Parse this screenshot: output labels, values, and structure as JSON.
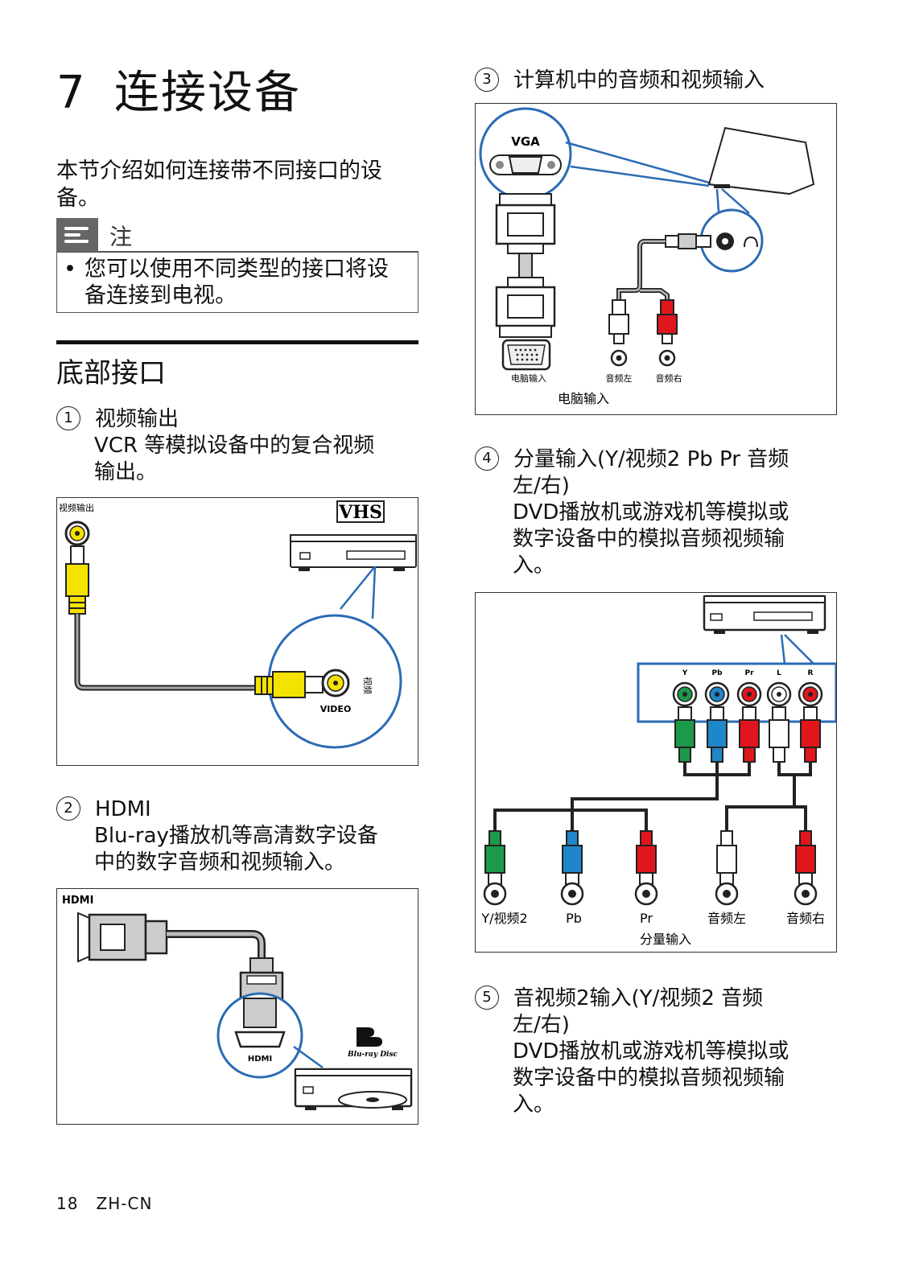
{
  "chapter": {
    "number": "7",
    "title": "连接设备"
  },
  "intro": "本节介绍如何连接带不同接口的设备。",
  "note": {
    "title": "注",
    "bullet": "•",
    "text_line1": "您可以使用不同类型的接口将设",
    "text_line2": "备连接到电视。"
  },
  "section_title": "底部接口",
  "items": [
    {
      "num": "1",
      "title": "视频输出",
      "desc_line1": "VCR 等模拟设备中的复合视频",
      "desc_line2": "输出。",
      "fig": {
        "port_label": "视频输出",
        "vhs": "VHS",
        "video_label": "VIDEO",
        "vertical_label": "视频"
      }
    },
    {
      "num": "2",
      "title": "HDMI",
      "desc_line1": "Blu-ray播放机等高清数字设备",
      "desc_line2": "中的数字音频和视频输入。",
      "fig": {
        "hdmi_logo": "HDMI",
        "port_hdmi": "HDMI",
        "bluray": "Blu-ray Disc"
      }
    },
    {
      "num": "3",
      "title": "计算机中的音频和视频输入",
      "fig": {
        "vga": "VGA",
        "pc_in_small": "电脑输入",
        "audio_l": "音频左",
        "audio_r": "音频右",
        "caption": "电脑输入"
      }
    },
    {
      "num": "4",
      "title_line1": "分量输入(Y/视频2 Pb Pr 音频",
      "title_line2": "左/右)",
      "desc_line1": "DVD播放机或游戏机等模拟或",
      "desc_line2": "数字设备中的模拟音频视频输",
      "desc_line3": "入。",
      "fig": {
        "top_labels": [
          "Y",
          "Pb",
          "Pr",
          "L",
          "R"
        ],
        "bottom_labels": [
          "Y/视频2",
          "Pb",
          "Pr",
          "音频左",
          "音频右"
        ],
        "caption": "分量输入"
      }
    },
    {
      "num": "5",
      "title_line1": "音视频2输入(Y/视频2 音频",
      "title_line2": "左/右)",
      "desc_line1": "DVD播放机或游戏机等模拟或",
      "desc_line2": "数字设备中的模拟音频视频输",
      "desc_line3": "入。"
    }
  ],
  "colors": {
    "yellow": "#f4e200",
    "blue": "#2b6bb5",
    "green": "#1c9a4a",
    "cblue": "#1f86c9",
    "red": "#e0161c"
  },
  "footer": {
    "page": "18",
    "lang": "ZH-CN"
  }
}
